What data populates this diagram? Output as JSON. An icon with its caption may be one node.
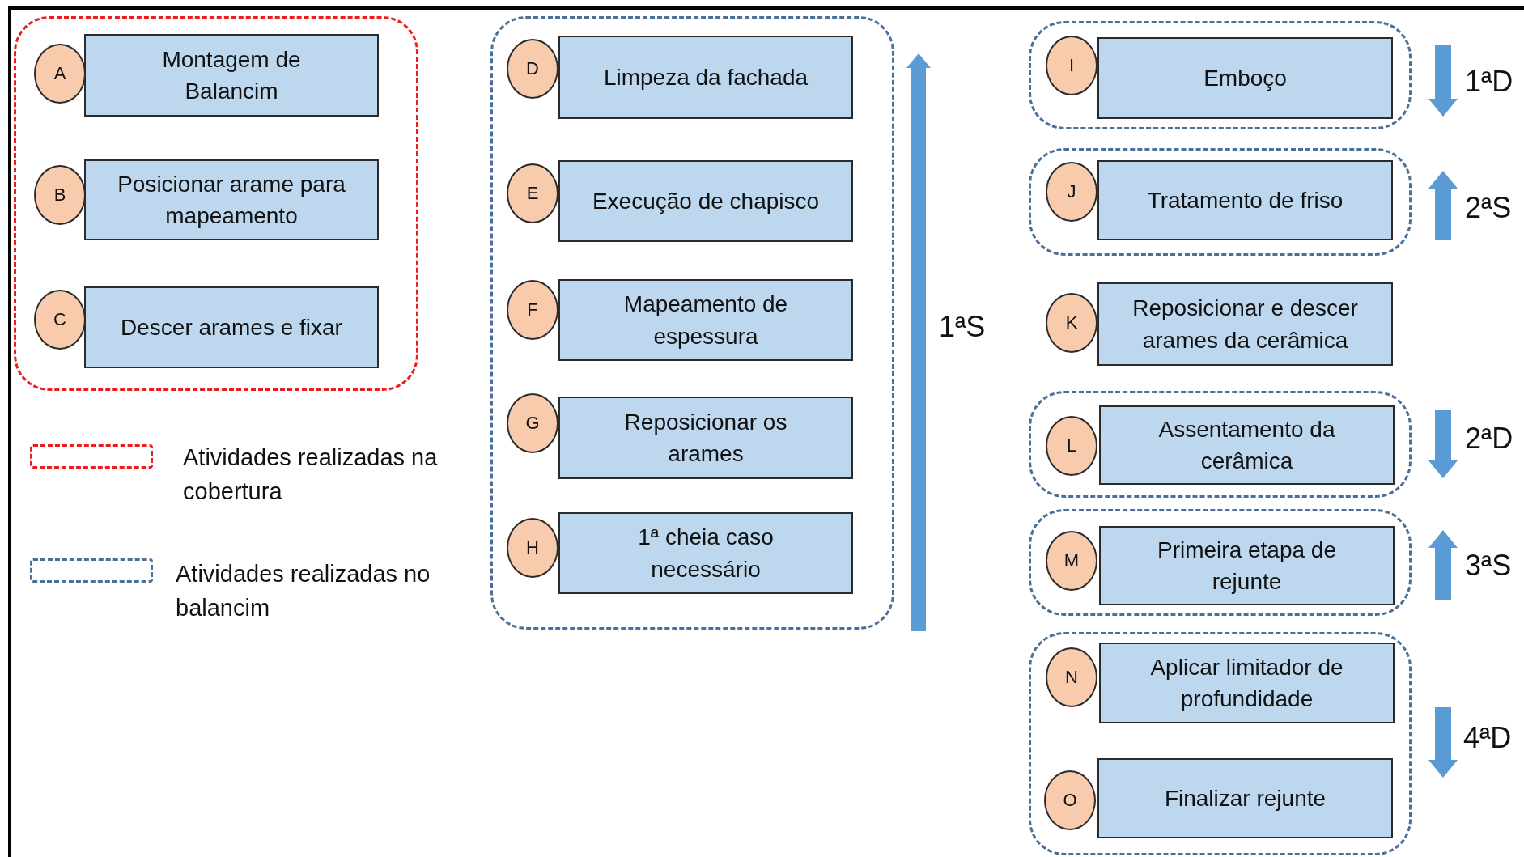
{
  "diagram": {
    "nodes": [
      {
        "text": [],
        "shape": "box"
      },
      {
        "text": [
          "A"
        ],
        "in": 0
      },
      {
        "text": [
          "Montagem de Balancim"
        ],
        "in": 0
      },
      {
        "text": [
          "B"
        ],
        "in": 0
      },
      {
        "text": [
          "Posicionar arame para mapeamento"
        ],
        "in": 0
      },
      {
        "text": [
          "C"
        ],
        "in": 0
      },
      {
        "text": [
          "Descer arames e fixar"
        ],
        "in": 0
      },
      {
        "text": [],
        "shape": "box"
      },
      {
        "text": [
          "D"
        ],
        "in": 7
      },
      {
        "text": [
          "Limpeza da fachada"
        ],
        "in": 7
      },
      {
        "text": [
          "E"
        ],
        "in": 7
      },
      {
        "text": [
          "Execução de chapisco"
        ],
        "in": 7
      },
      {
        "text": [
          "F"
        ],
        "in": 7
      },
      {
        "text": [
          "Mapeamento de espessura"
        ],
        "in": 7
      },
      {
        "text": [
          "G"
        ],
        "in": 7
      },
      {
        "text": [
          "Reposicionar os arames"
        ],
        "in": 7
      },
      {
        "text": [
          "H"
        ],
        "in": 7
      },
      {
        "text": [
          "1ª cheia caso necessário"
        ],
        "in": 7
      },
      {
        "text": [],
        "shape": "box"
      },
      {
        "text": [
          "I"
        ],
        "in": 18
      },
      {
        "text": [
          "Emboço"
        ],
        "in": 18
      },
      {
        "text": [],
        "shape": "box"
      },
      {
        "text": [
          "J"
        ],
        "in": 21
      },
      {
        "text": [
          "Tratamento de friso"
        ],
        "in": 21
      },
      {
        "text": [
          "K"
        ]
      },
      {
        "text": [
          "Reposicionar e descer arames da cerâmica"
        ]
      },
      {
        "text": [],
        "shape": "box"
      },
      {
        "text": [
          "L"
        ],
        "in": 26
      },
      {
        "text": [
          "Assentamento da cerâmica"
        ],
        "in": 26
      },
      {
        "text": [],
        "shape": "box"
      },
      {
        "text": [
          "M"
        ],
        "in": 29
      },
      {
        "text": [
          "Primeira etapa de rejunte"
        ],
        "in": 29
      },
      {
        "text": [],
        "shape": "box"
      },
      {
        "text": [
          "N"
        ],
        "in": 32
      },
      {
        "text": [
          "Aplicar limitador de profundidade"
        ],
        "in": 32
      },
      {
        "text": [
          "O"
        ],
        "in": 32
      },
      {
        "text": [
          "Finalizar rejunte"
        ],
        "in": 32
      }
    ],
    "edges": [],
    "labels": [
      "1ªS",
      "1ªD",
      "2ªS",
      "2ªD",
      "3ªS",
      "4ªD"
    ],
    "legend": [
      {
        "text": "Atividades realizadas na cobertura"
      },
      {
        "text": "Atividades realizadas no balancim"
      }
    ]
  }
}
